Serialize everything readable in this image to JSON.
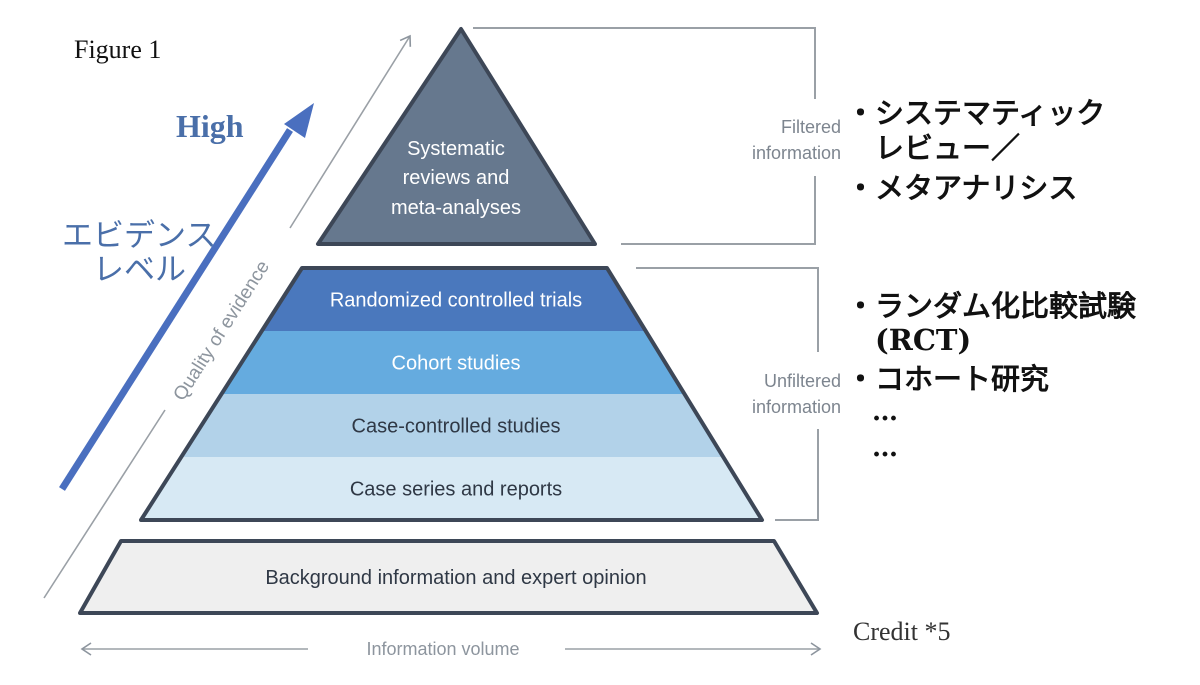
{
  "figure_label": "Figure 1",
  "evidence_arrow": {
    "high_label": "High",
    "jp_label_line1": "エビデンス",
    "jp_label_line2": "レベル",
    "color": "#4a6fbf"
  },
  "axes": {
    "quality_label": "Quality of evidence",
    "volume_label": "Information volume",
    "color": "#8d959e"
  },
  "pyramid": {
    "top": {
      "lines": [
        "Systematic",
        "reviews and",
        "meta-analyses"
      ],
      "fill": "#66788e"
    },
    "middle_levels": [
      {
        "label": "Randomized controlled trials",
        "fill": "#4a78bd",
        "text_color": "#ffffff"
      },
      {
        "label": "Cohort studies",
        "fill": "#65abdf",
        "text_color": "#ffffff"
      },
      {
        "label": "Case-controlled studies",
        "fill": "#b2d2e9",
        "text_color": "#2f3845"
      },
      {
        "label": "Case series and reports",
        "fill": "#d7e9f4",
        "text_color": "#2f3845"
      }
    ],
    "base": {
      "label": "Background information and expert opinion",
      "fill": "#efefef",
      "text_color": "#2f3845"
    },
    "outline_color": "#3d4757"
  },
  "brackets": {
    "filtered": {
      "line1": "Filtered",
      "line2": "information"
    },
    "unfiltered": {
      "line1": "Unfiltered",
      "line2": "information"
    }
  },
  "annotations": {
    "filtered_items": [
      "・システマティック",
      "　レビュー／",
      "・メタアナリシス"
    ],
    "unfiltered_items": [
      "・ランダム化比較試験",
      "　(RCT)",
      "・コホート研究",
      "　…",
      "　…"
    ]
  },
  "credit": "Credit *5"
}
